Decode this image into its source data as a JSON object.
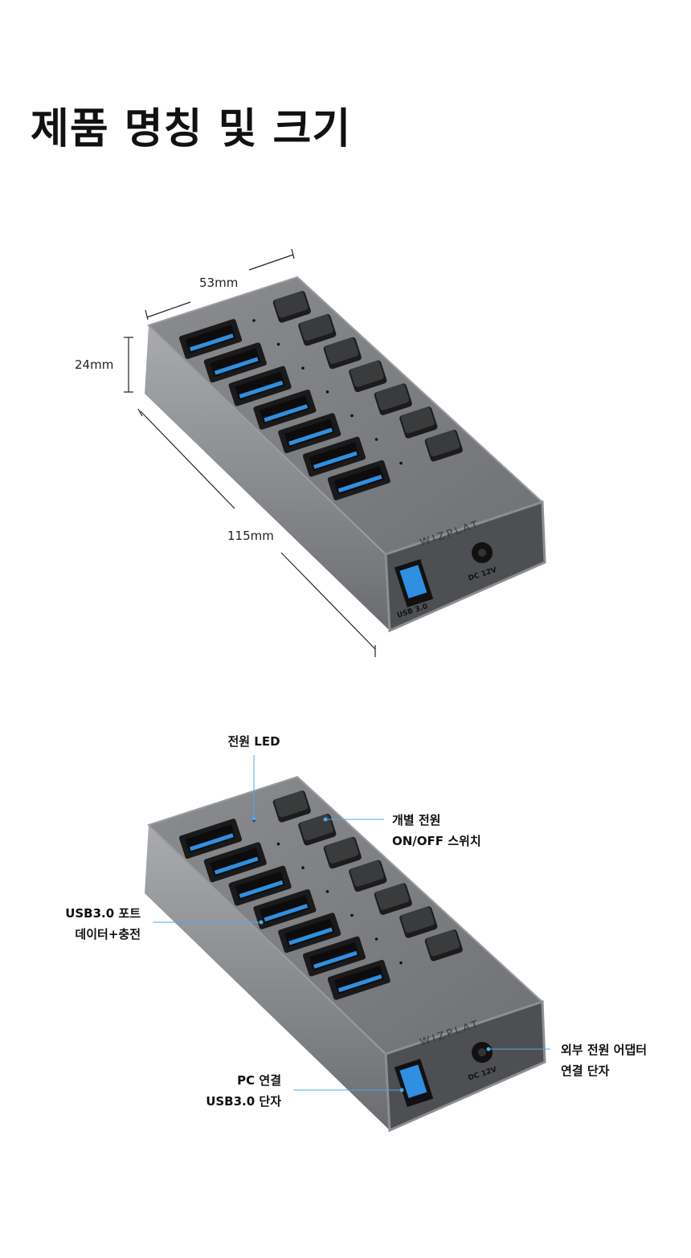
{
  "page_title": "제품 명칭 및 크기",
  "dimensions": {
    "width": "53mm",
    "height": "24mm",
    "length": "115mm"
  },
  "product": {
    "brand": "WIZPLAT",
    "dc_label": "DC 12V",
    "usb_label": "USB 3.0",
    "port_count": 7,
    "button_count": 7
  },
  "callouts": {
    "power_led": "전원 LED",
    "switch_line1": "개별 전원",
    "switch_line2": "ON/OFF 스위치",
    "ports_line1": "USB3.0 포트",
    "ports_line2": "데이터+충전",
    "adapter_line1": "외부 전원 어댑터",
    "adapter_line2": "연결 단자",
    "pc_line1": "PC 연결",
    "pc_line2": "USB3.0 단자"
  },
  "colors": {
    "body": "#7d7f83",
    "port_blue": "#2f8fe0",
    "callout_line": "#4aa8e8"
  }
}
